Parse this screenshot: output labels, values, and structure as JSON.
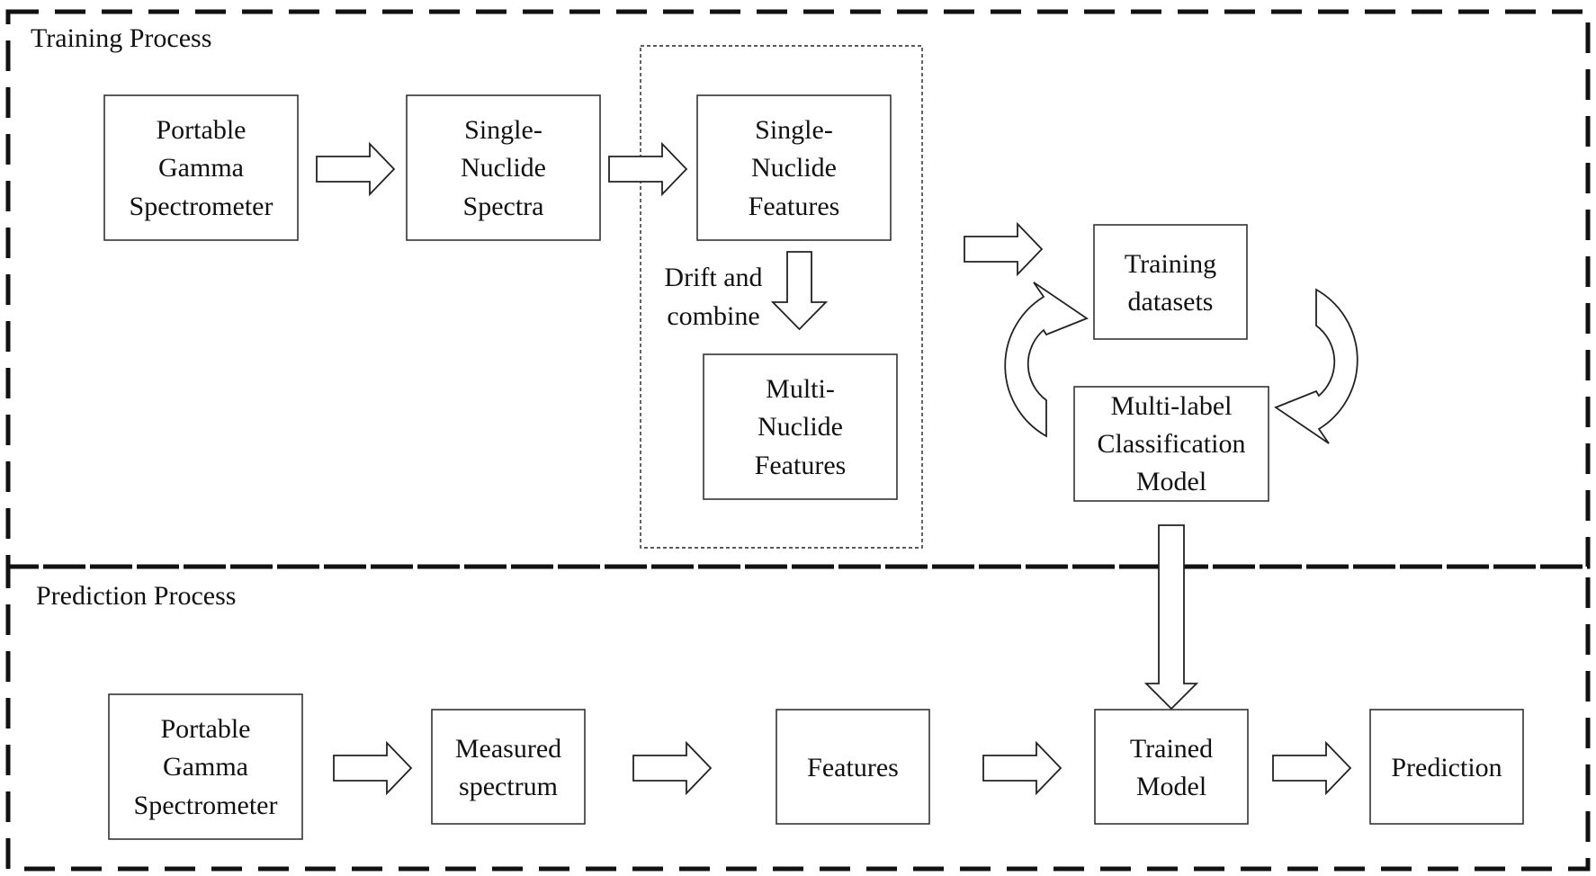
{
  "sections": {
    "training_title": "Training Process",
    "prediction_title": "Prediction Process"
  },
  "training": {
    "portable_spectrometer": [
      "Portable",
      "Gamma",
      "Spectrometer"
    ],
    "single_nuclide_spectra": [
      "Single-",
      "Nuclide",
      "Spectra"
    ],
    "single_nuclide_features": [
      "Single-",
      "Nuclide",
      "Features"
    ],
    "drift_label": [
      "Drift and",
      "combine"
    ],
    "multi_nuclide_features": [
      "Multi-",
      "Nuclide",
      "Features"
    ],
    "training_datasets": [
      "Training",
      "datasets"
    ],
    "classification_model": [
      "Multi-label",
      "Classification",
      "Model"
    ]
  },
  "prediction": {
    "portable_spectrometer": [
      "Portable",
      "Gamma",
      "Spectrometer"
    ],
    "measured_spectrum": [
      "Measured",
      "spectrum"
    ],
    "features": [
      "Features"
    ],
    "trained_model": [
      "Trained",
      "Model"
    ],
    "prediction": [
      "Prediction"
    ]
  }
}
